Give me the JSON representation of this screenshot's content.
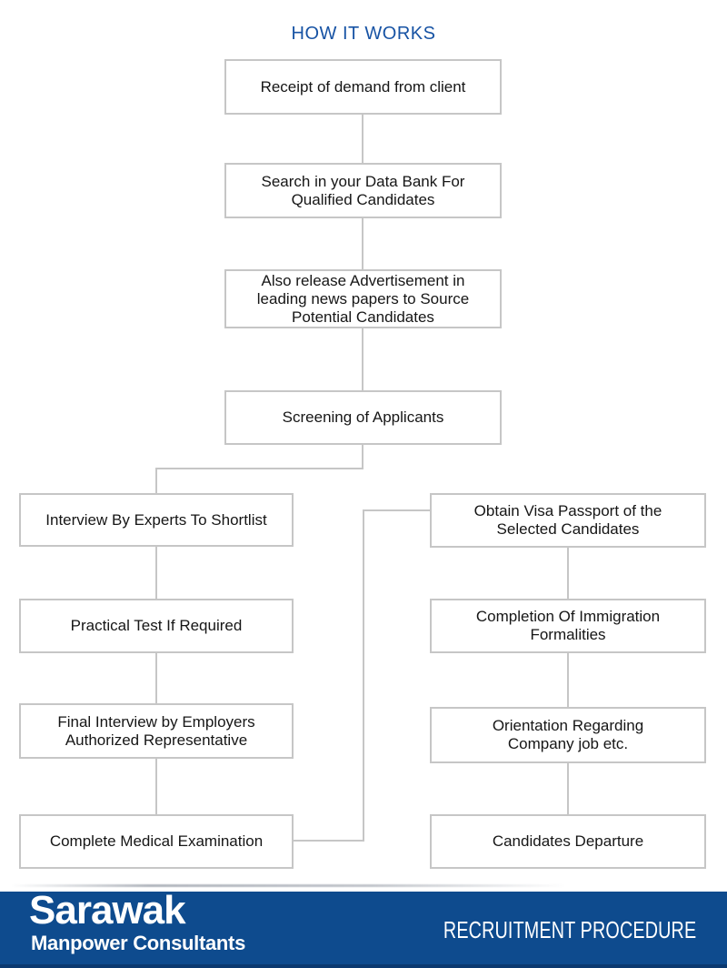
{
  "page": {
    "title": "HOW IT WORKS"
  },
  "flow": {
    "main": [
      {
        "id": "receipt",
        "label": "Receipt of demand from client"
      },
      {
        "id": "search",
        "label": "Search in your Data Bank For\nQualified Candidates"
      },
      {
        "id": "advertise",
        "label": "Also release Advertisement in\nleading news papers to Source\nPotential Candidates"
      },
      {
        "id": "screening",
        "label": "Screening of Applicants"
      }
    ],
    "left_branch": [
      {
        "id": "interview",
        "label": "Interview By Experts To Shortlist"
      },
      {
        "id": "practical-test",
        "label": "Practical Test If Required"
      },
      {
        "id": "final-interview",
        "label": "Final Interview by Employers\nAuthorized Representative"
      },
      {
        "id": "medical-exam",
        "label": "Complete Medical Examination"
      }
    ],
    "right_branch": [
      {
        "id": "visa-passport",
        "label": "Obtain Visa Passport of the\nSelected Candidates"
      },
      {
        "id": "immigration",
        "label": "Completion Of Immigration\nFormalities"
      },
      {
        "id": "orientation",
        "label": "Orientation Regarding\nCompany job etc."
      },
      {
        "id": "departure",
        "label": "Candidates Departure"
      }
    ]
  },
  "footer": {
    "brand_name": "Sarawak",
    "brand_tagline": "Manpower Consultants",
    "caption": "RECRUITMENT PROCEDURE"
  },
  "colors": {
    "title_blue": "#1753a4",
    "footer_blue": "#0e4b8e",
    "box_border": "#c6c6c6",
    "connector_gray": "#c6c6c6",
    "box_text": "#161616",
    "footer_text": "#ffffff"
  }
}
